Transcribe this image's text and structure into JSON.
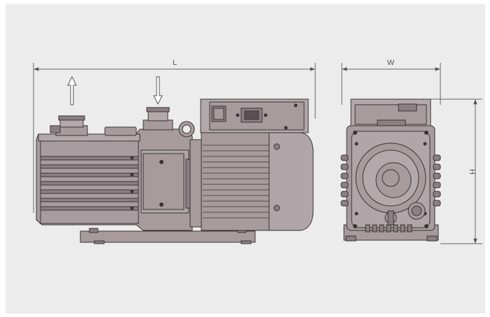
{
  "labels": {
    "length": "L",
    "width": "W",
    "height": "H"
  },
  "colors": {
    "background": "#ececec",
    "body": "#a79b9e",
    "body_dark": "#8c7f83",
    "body_light": "#c4b9bc",
    "line": "#3a3335",
    "dim_line": "#666666",
    "dim_text": "#555555"
  },
  "icons": {
    "exhaust_arrow": "arrow-up-icon",
    "inlet_arrow": "arrow-down-icon",
    "power_socket": "power-socket-icon",
    "power_switch": "power-switch-icon"
  }
}
